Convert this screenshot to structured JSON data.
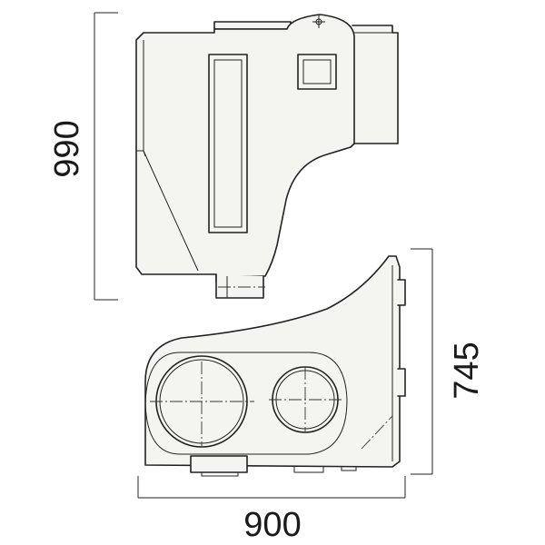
{
  "drawing": {
    "dimensions": {
      "height": "990",
      "depth": "745",
      "width": "900"
    },
    "colors": {
      "line": "#222222",
      "body_fill": "#f4f4f1",
      "background": "#ffffff"
    }
  }
}
